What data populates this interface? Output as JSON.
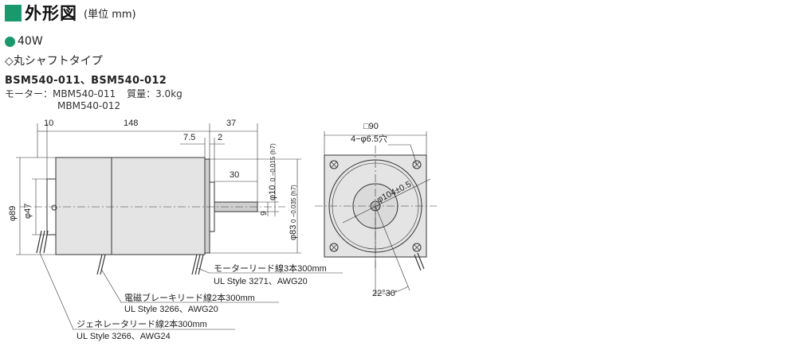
{
  "header": {
    "title": "外形図",
    "unit": "(単位 mm)",
    "accent_color": "#1a9a6c"
  },
  "output_label": "40W",
  "shaft_type": "◇丸シャフトタイプ",
  "model_codes": "BSM540-011、BSM540-012",
  "spec": {
    "motor_label": "モーター：",
    "motor_model_1": "MBM540-011",
    "motor_model_2": "MBM540-012",
    "mass_label": "質量：",
    "mass_value": "3.0kg"
  },
  "dimensions": {
    "d10": "10",
    "d148": "148",
    "d37": "37",
    "d7_5": "7.5",
    "d2": "2",
    "d30": "30",
    "d9": "9",
    "phi89": "φ89",
    "phi47": "φ47",
    "phi10": "φ10",
    "phi10_tol": "0 −0.015 (h7)",
    "phi83": "φ83",
    "phi83_tol": "0 −0.035 (h7)",
    "square": "□90",
    "holes": "4−φ6.5穴",
    "pcd": "φ104±0.5",
    "angle": "22°30'"
  },
  "leads": {
    "motor_lead": "モーターリード線3本300mm",
    "motor_lead_spec": "UL Style 3271、AWG20",
    "brake_lead": "電磁ブレーキリード線2本300mm",
    "brake_lead_spec": "UL Style 3266、AWG20",
    "gen_lead": "ジェネレータリード線2本300mm",
    "gen_lead_spec": "UL Style 3266、AWG24"
  }
}
